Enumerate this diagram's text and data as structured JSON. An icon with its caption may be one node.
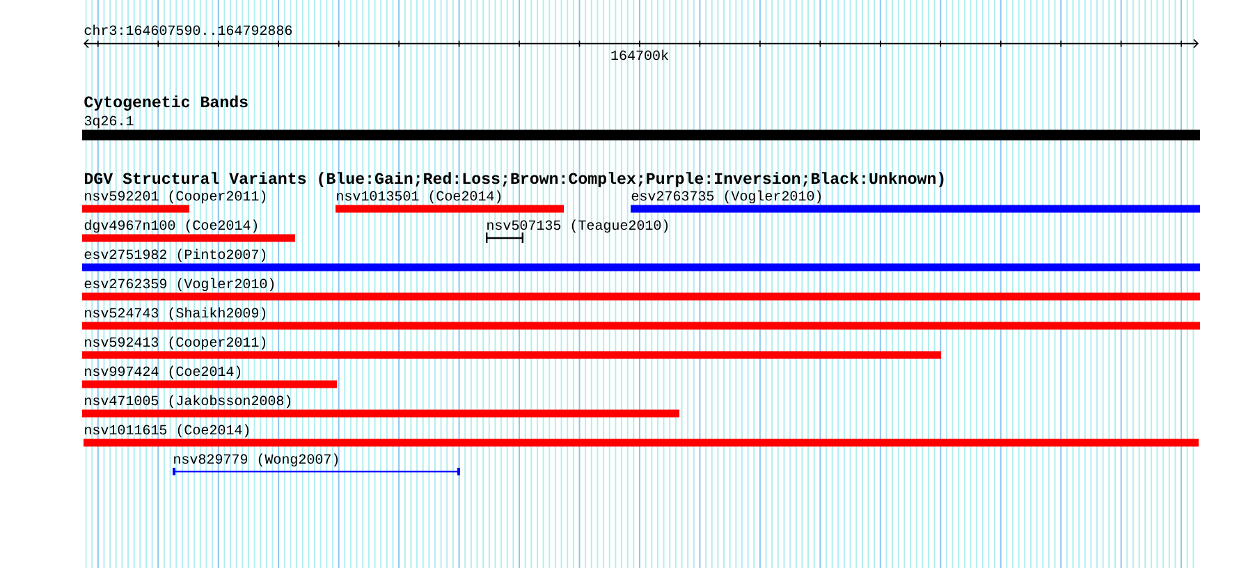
{
  "diagram": {
    "nodes": [
      {
        "text": [
          "3q26.1"
        ]
      },
      {
        "text": [
          "nsv592201 (Cooper2011)"
        ]
      },
      {
        "text": [
          "nsv1013501 (Coe2014)"
        ]
      },
      {
        "text": [
          "esv2763735 (Vogler2010)"
        ]
      },
      {
        "text": [
          "dgv4967n100 (Coe2014)"
        ]
      },
      {
        "text": [
          "nsv507135 (Teague2010)"
        ]
      },
      {
        "text": [
          "esv2751982 (Pinto2007)"
        ]
      },
      {
        "text": [
          "esv2762359 (Vogler2010)"
        ]
      },
      {
        "text": [
          "nsv524743 (Shaikh2009)"
        ]
      },
      {
        "text": [
          "nsv592413 (Cooper2011)"
        ]
      },
      {
        "text": [
          "nsv997424 (Coe2014)"
        ]
      },
      {
        "text": [
          "nsv471005 (Jakobsson2008)"
        ]
      },
      {
        "text": [
          "nsv1011615 (Coe2014)"
        ]
      },
      {
        "text": [
          "nsv829779 (Wong2007)"
        ]
      }
    ],
    "labels": [
      "chr3:164607590..164792886",
      "164700k",
      "Cytogenetic Bands",
      "DGV Structural Variants (Blue:Gain;Red:Loss;Brown:Complex;Purple:Inversion;Black:Unknown)"
    ]
  }
}
